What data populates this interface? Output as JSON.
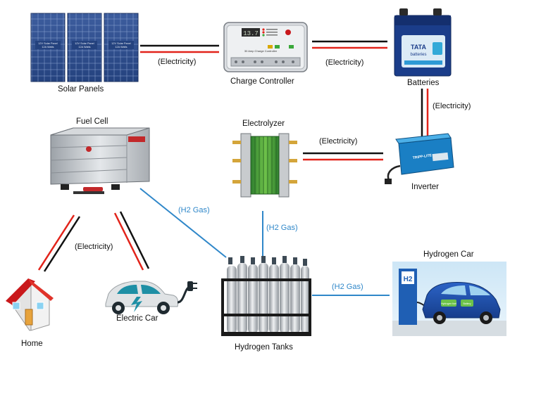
{
  "colors": {
    "positive": "#e2231a",
    "negative": "#111111",
    "gas": "#2f87c9",
    "label": "#111111"
  },
  "components": {
    "solar_panels": "Solar Panels",
    "charge_controller": "Charge Controller",
    "batteries": "Batteries",
    "fuel_cell": "Fuel Cell",
    "electrolyzer": "Electrolyzer",
    "inverter": "Inverter",
    "hydrogen_car": "Hydrogen Car",
    "home": "Home",
    "electric_car": "Electric Car",
    "hydrogen_tanks": "Hydrogen Tanks"
  },
  "flows": {
    "solar_to_controller": "(Electricity)",
    "controller_to_batteries": "(Electricity)",
    "batteries_to_inverter": "(Electricity)",
    "inverter_to_electrolyzer": "(Electricity)",
    "fuelcell_outputs": "(Electricity)",
    "tanks_to_fuelcell": "(H2 Gas)",
    "electrolyzer_to_tanks": "(H2 Gas)",
    "tanks_to_hydrogen_car": "(H2 Gas)"
  },
  "device_text": {
    "solar_panel_1": [
      "12V Solar Panel",
      "12A Watts"
    ],
    "solar_panel_2": [
      "12V Solar Panel",
      "12A Watts"
    ],
    "solar_panel_3": [
      "12V Solar Panel",
      "12A Watts"
    ],
    "controller_display": "13.7",
    "controller_title": "30 Amp Charge Controller",
    "battery_brand": "TATA",
    "battery_sub": "batteries",
    "inverter_brand": "TRIPP-LITE",
    "station_sign": "H2",
    "car_text": "Hydrogen fuel",
    "car_text2": "Battery"
  }
}
